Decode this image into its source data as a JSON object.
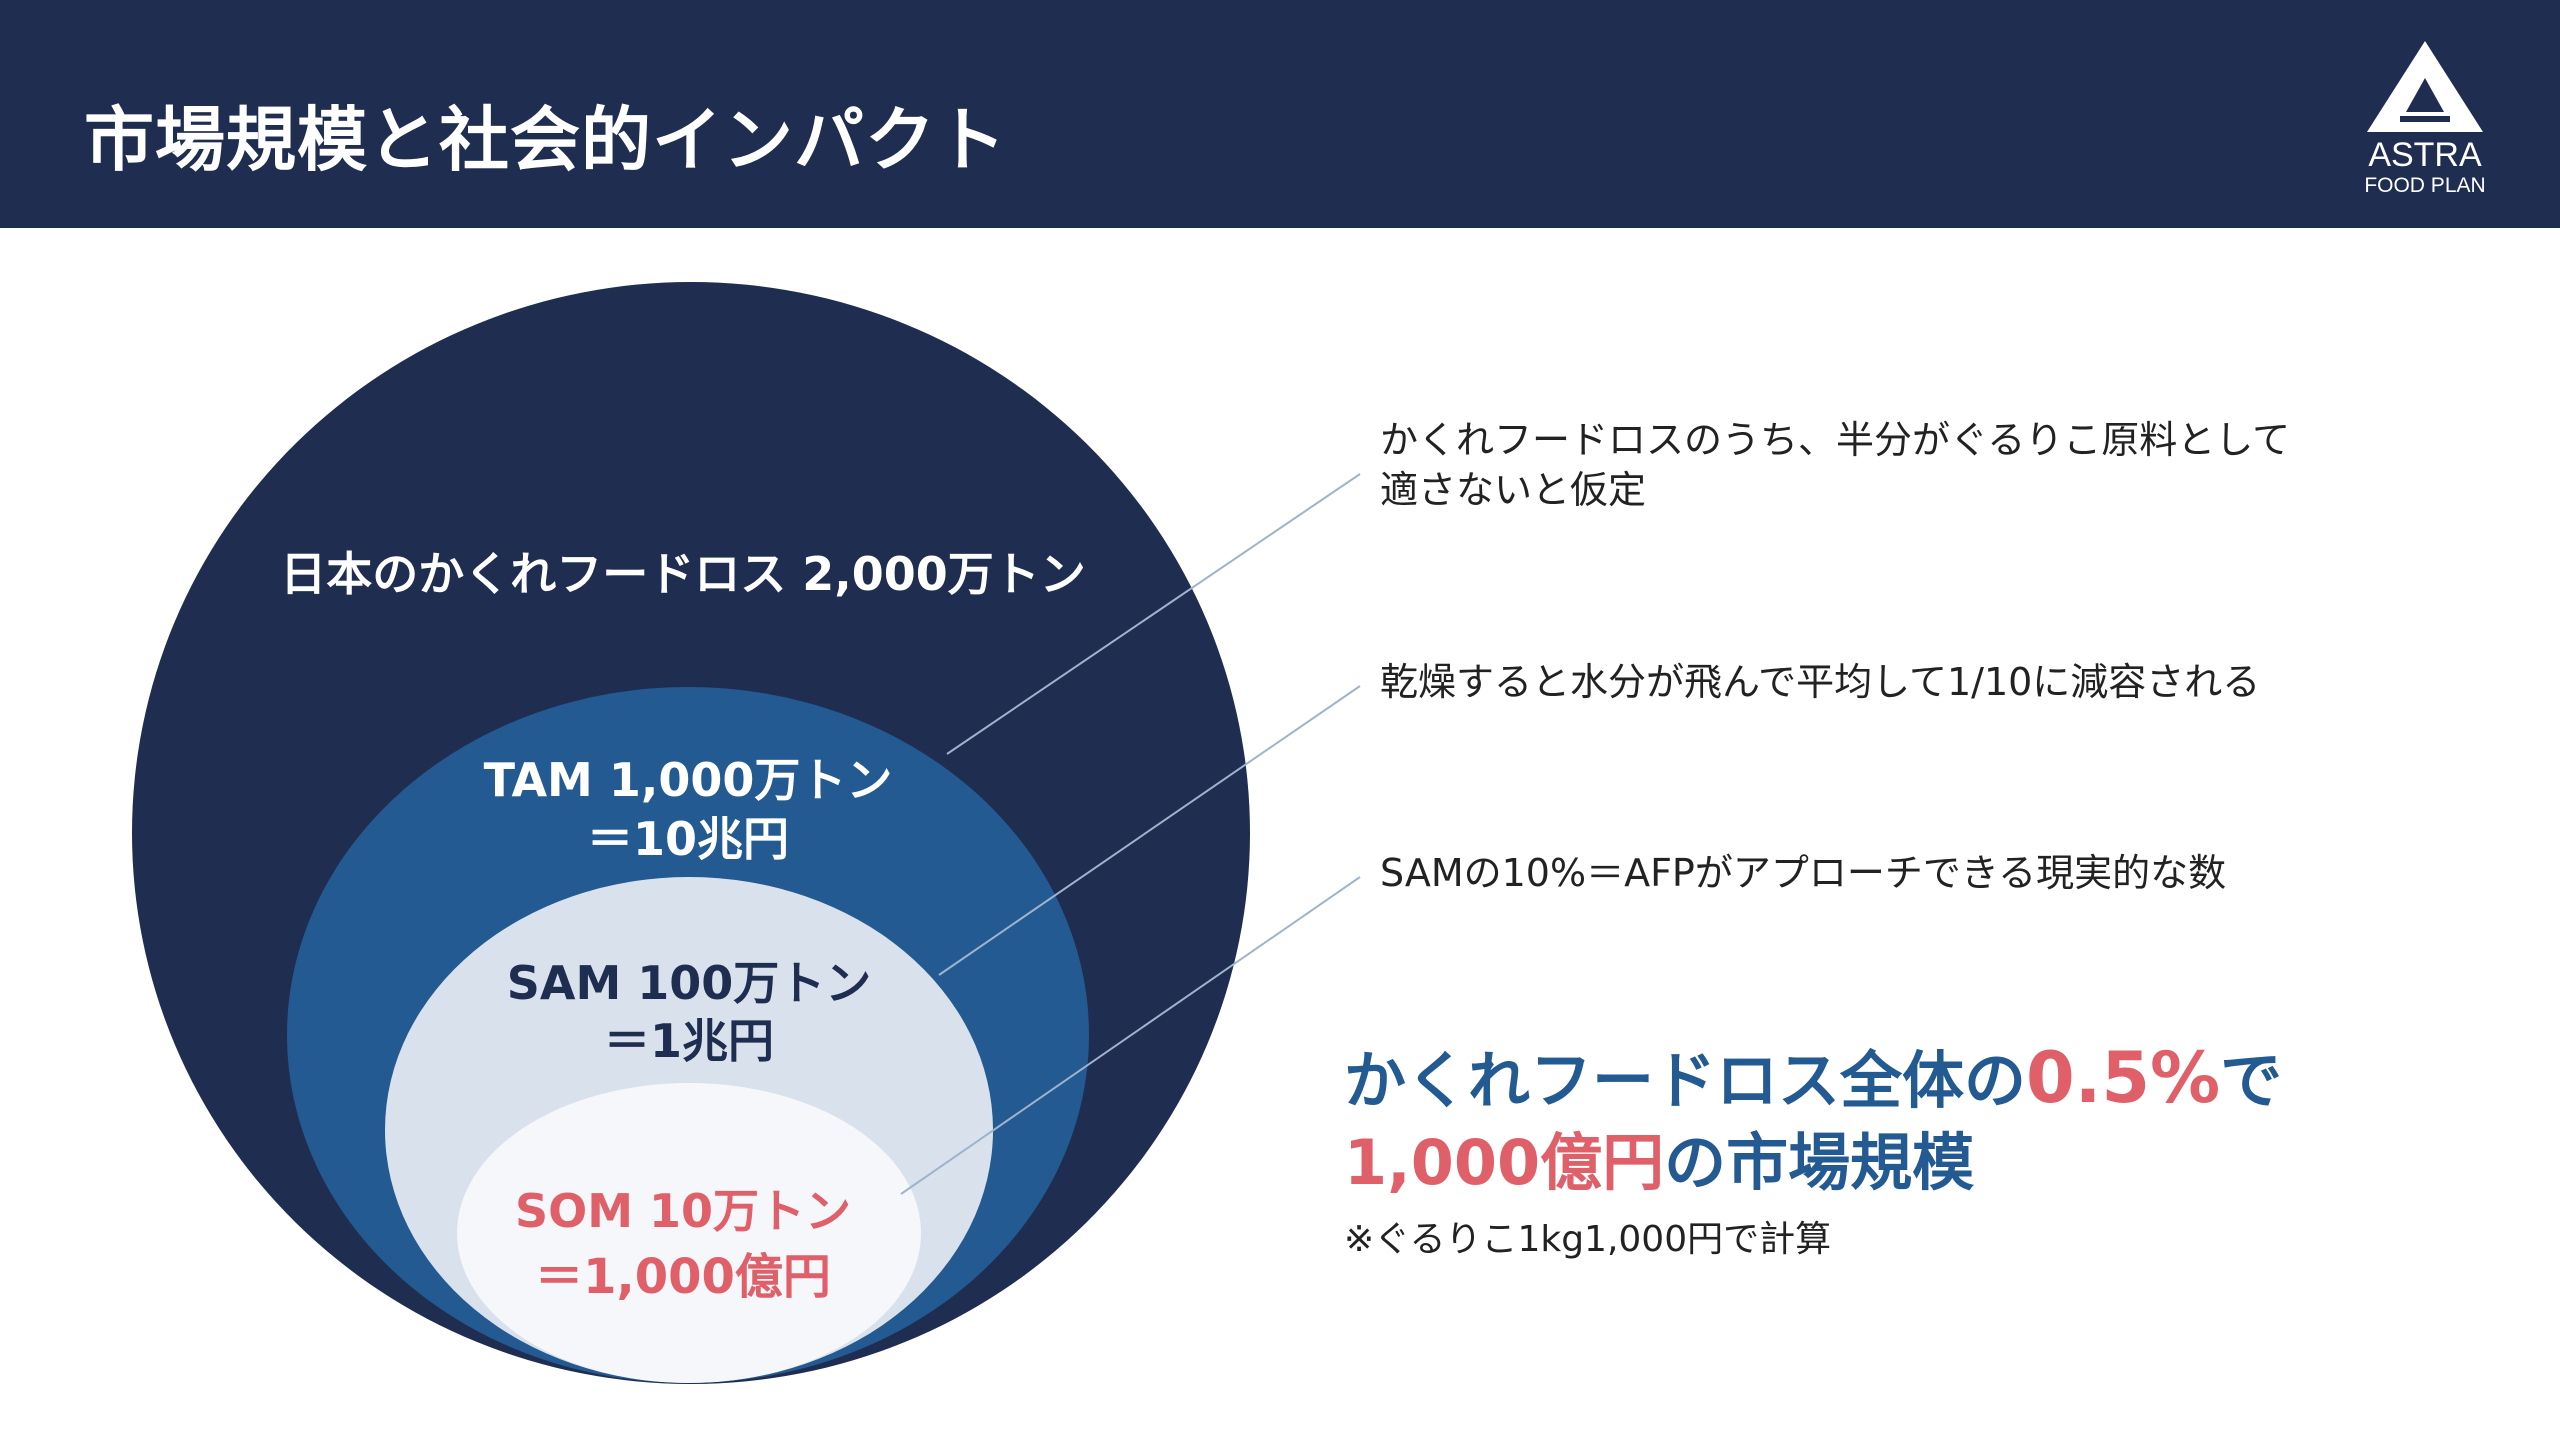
{
  "header": {
    "title": "市場規模と社会的インパクト"
  },
  "logo": {
    "name": "ASTRA",
    "subtitle": "FOOD PLAN"
  },
  "diagram": {
    "outer_label": "日本のかくれフードロス 2,000万トン",
    "tam": {
      "line1": "TAM 1,000万トン",
      "line2": "＝10兆円"
    },
    "sam": {
      "line1": "SAM 100万トン",
      "line2": "＝1兆円"
    },
    "som": {
      "line1": "SOM 10万トン",
      "line2": "＝1,000億円"
    }
  },
  "annotations": [
    {
      "line1": "かくれフードロスのうち、半分がぐるりこ原料として",
      "line2": "適さないと仮定"
    },
    {
      "line1": "乾燥すると水分が飛んで平均して1/10に減容される"
    },
    {
      "line1": "SAMの10%＝AFPがアプローチできる現実的な数"
    }
  ],
  "summary": {
    "part1": "かくれフードロス全体の",
    "part2": "0.5%",
    "part3": "で",
    "part4": "1,000億円",
    "part5": "の市場規模",
    "note": "※ぐるりこ1kg1,000円で計算"
  },
  "colors": {
    "navy": "#1f2d50",
    "blue": "#235a91",
    "light": "#d9e2ec",
    "lightest": "#f5f7fa",
    "red": "#e0606a"
  }
}
